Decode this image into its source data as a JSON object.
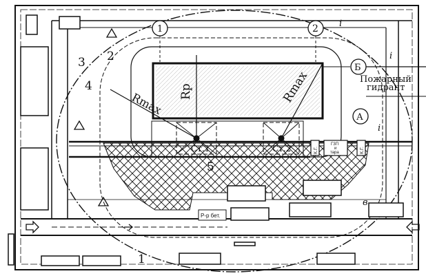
{
  "labels": {
    "crane1": "1",
    "crane2": "2",
    "num1": "1",
    "num2": "2",
    "num3": "3",
    "num4": "4",
    "num5": "5",
    "marker_b": "Б",
    "marker_a": "А",
    "hydrant_line1": "Пожарный",
    "hydrant_line2": "гидрант",
    "rp": "Rp",
    "rmax_right": "Rmax",
    "rmax_left": "Rmax",
    "st1": "Ст.1",
    "st2": "Ст.2",
    "kg1": "К.Г.",
    "kg2": "К.Г.",
    "gzp_line1": "ГЗП",
    "gzp_line2": "и",
    "gzp_line3": "тара",
    "concrete": "Р-р бет.",
    "v_label": "в",
    "slope": "i"
  },
  "colors": {
    "ink": "#111111",
    "paper": "#ffffff"
  }
}
